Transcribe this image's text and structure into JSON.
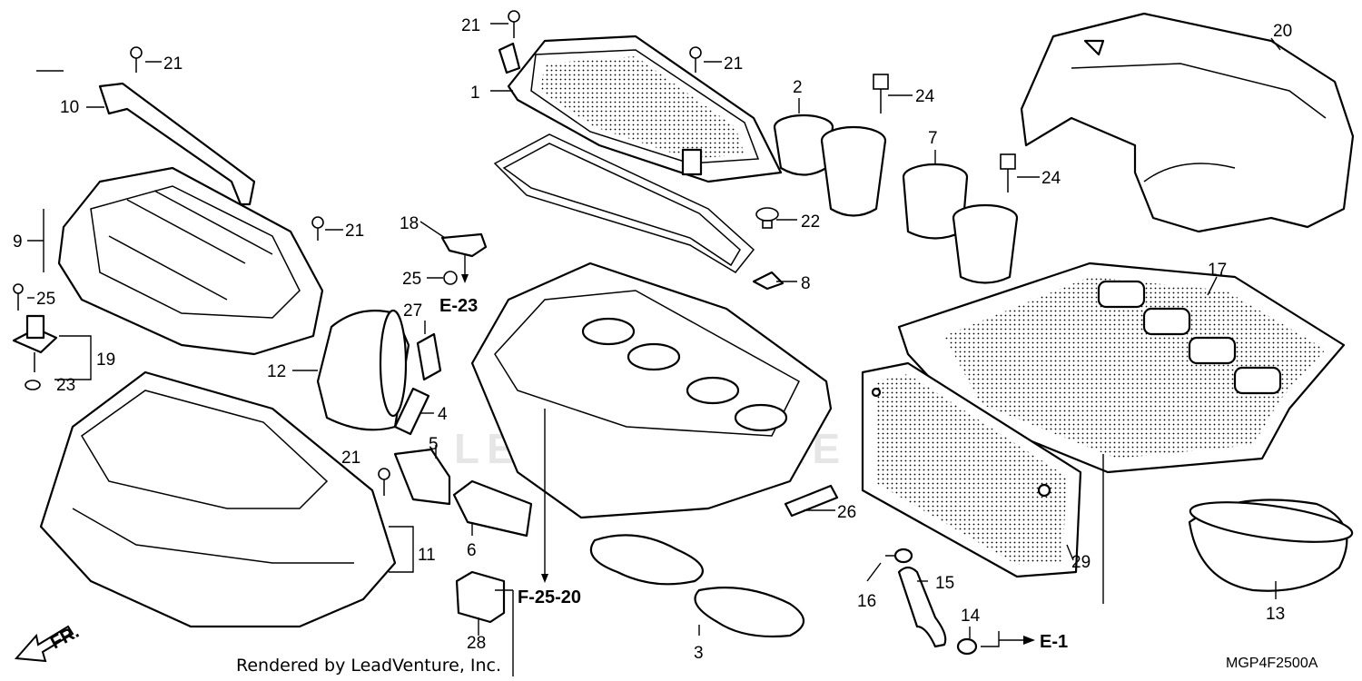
{
  "diagram_code": "MGP4F2500A",
  "footer_credit": "Rendered by LeadVenture, Inc.",
  "direction_label": "FR.",
  "watermark": "LEADVENTURE",
  "references": {
    "e23": "E-23",
    "f2520": "F-25-20",
    "e1": "E-1"
  },
  "callouts": {
    "c1": "1",
    "c2": "2",
    "c3": "3",
    "c4": "4",
    "c5": "5",
    "c6": "6",
    "c7": "7",
    "c8": "8",
    "c9": "9",
    "c10": "10",
    "c11": "11",
    "c12": "12",
    "c13": "13",
    "c14": "14",
    "c15": "15",
    "c16": "16",
    "c17": "17",
    "c18": "18",
    "c19": "19",
    "c20": "20",
    "c21a": "21",
    "c21b": "21",
    "c21c": "21",
    "c21d": "21",
    "c21e": "21",
    "c22": "22",
    "c23": "23",
    "c24a": "24",
    "c24b": "24",
    "c25a": "25",
    "c25b": "25",
    "c26": "26",
    "c27": "27",
    "c28": "28",
    "c29": "29"
  }
}
